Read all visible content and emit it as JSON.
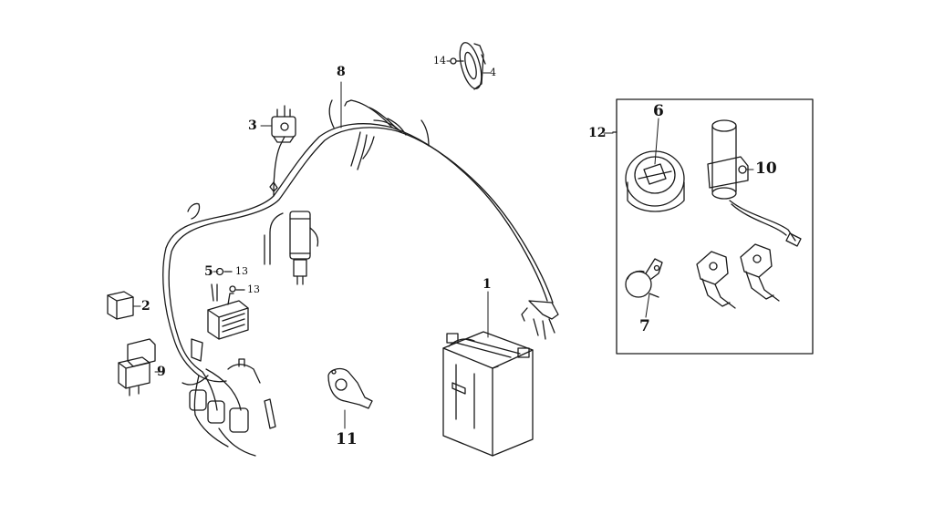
{
  "diagram": {
    "callouts": {
      "battery": "1",
      "relay_small": "2",
      "flasher": "3",
      "horn": "4",
      "regulator": "5",
      "ignition_switch_main": "6",
      "seat_lock": "7",
      "wire_harness": "8",
      "relay_large": "9",
      "fuel_lock": "10",
      "bracket": "11",
      "lock_set": "12",
      "nut_a": "13",
      "nut_b": "13",
      "bolt": "14"
    },
    "colors": {
      "line": "#1a1a1a",
      "background": "#ffffff"
    }
  }
}
